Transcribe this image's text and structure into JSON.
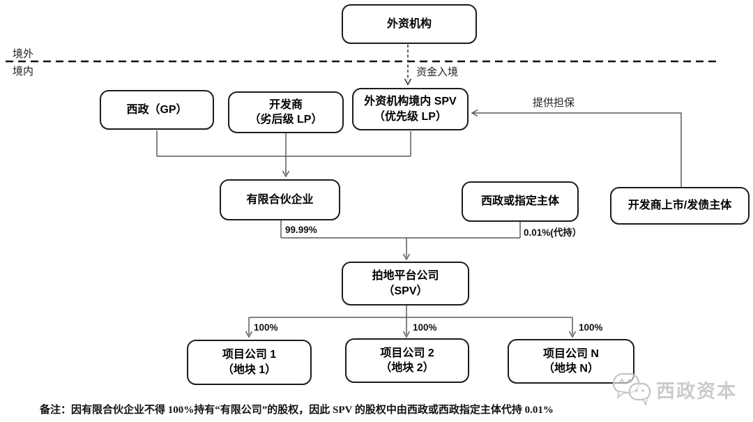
{
  "diagram": {
    "regions": {
      "offshore": "境外",
      "onshore": "境内"
    },
    "nodes": {
      "foreign_institution": {
        "line1": "外资机构"
      },
      "xizheng_gp": {
        "line1": "西政（GP）"
      },
      "developer_lp": {
        "line1": "开发商",
        "line2": "（劣后级 LP）"
      },
      "onshore_spv": {
        "line1": "外资机构境内 SPV",
        "line2": "（优先级 LP）"
      },
      "limited_partnership": {
        "line1": "有限合伙企业"
      },
      "xizheng_or_designee": {
        "line1": "西政或指定主体"
      },
      "developer_listco": {
        "line1": "开发商上市/发债主体"
      },
      "land_platform": {
        "line1": "拍地平台公司",
        "line2": "（SPV）"
      },
      "project1": {
        "line1": "项目公司 1",
        "line2": "（地块 1）"
      },
      "project2": {
        "line1": "项目公司 2",
        "line2": "（地块 2）"
      },
      "projectN": {
        "line1": "项目公司 N",
        "line2": "（地块 N）"
      }
    },
    "edge_labels": {
      "capital_entry": "资金入境",
      "guarantee": "提供担保",
      "lp_share": "99.99%",
      "nominee_share": "0.01%(代持）",
      "pct100": "100%"
    },
    "connections": [
      {
        "from": "外资机构",
        "to": "外资机构境内 SPV（优先级 LP）",
        "label": "资金入境",
        "style": "dashed"
      },
      {
        "from": "开发商上市/发债主体",
        "to": "外资机构境内 SPV（优先级 LP）",
        "label": "提供担保"
      },
      {
        "from": "西政（GP）",
        "to": "有限合伙企业"
      },
      {
        "from": "开发商（劣后级 LP）",
        "to": "有限合伙企业"
      },
      {
        "from": "外资机构境内 SPV（优先级 LP）",
        "to": "有限合伙企业"
      },
      {
        "from": "有限合伙企业",
        "to": "拍地平台公司（SPV）",
        "label": "99.99%"
      },
      {
        "from": "西政或指定主体",
        "to": "拍地平台公司（SPV）",
        "label": "0.01%(代持）"
      },
      {
        "from": "拍地平台公司（SPV）",
        "to": "项目公司 1（地块 1）",
        "label": "100%"
      },
      {
        "from": "拍地平台公司（SPV）",
        "to": "项目公司 2（地块 2）",
        "label": "100%"
      },
      {
        "from": "拍地平台公司（SPV）",
        "to": "项目公司 N（地块 N）",
        "label": "100%"
      }
    ],
    "note": "备注：因有限合伙企业不得 100%持有“有限公司”的股权，因此 SPV 的股权中由西政或西政指定主体代持 0.01%",
    "watermark": "西政资本",
    "colors": {
      "box_border": "#1c1c1c",
      "connector_line": "#5a5a5a",
      "boundary_line": "#111111",
      "watermark_gray": "#cbcbcb"
    }
  }
}
